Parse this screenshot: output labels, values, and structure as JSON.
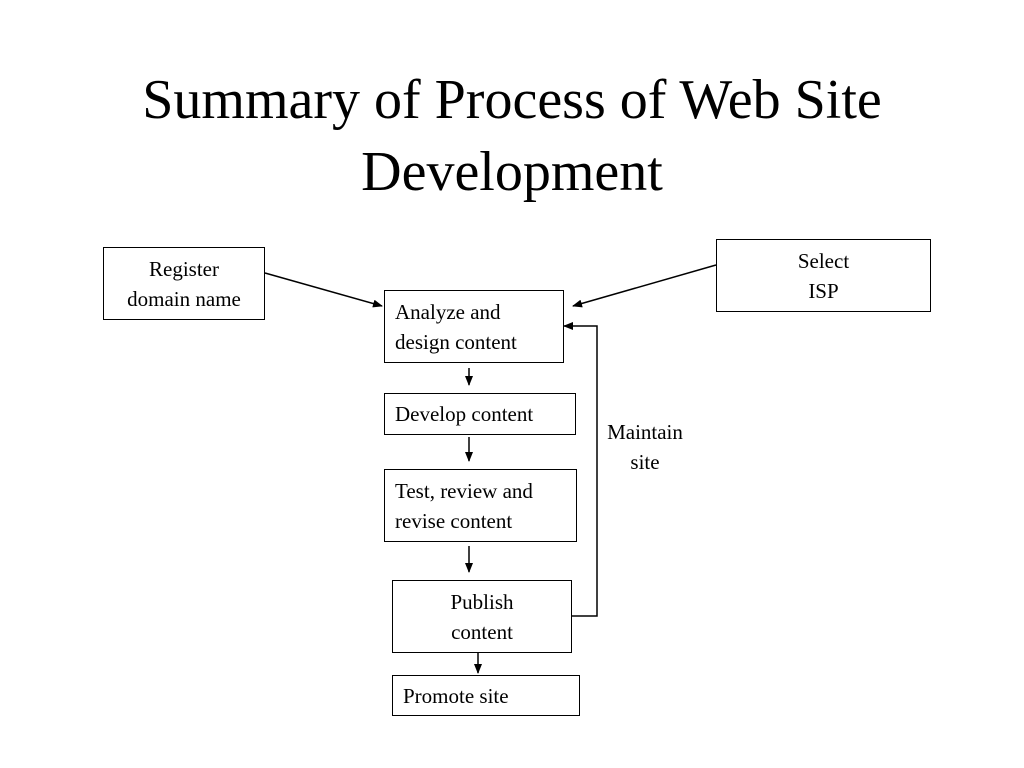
{
  "title": {
    "line1": "Summary of Process of Web Site",
    "line2": "Development"
  },
  "nodes": {
    "register": {
      "line1": "Register",
      "line2": "domain name"
    },
    "select_isp": {
      "line1": "Select",
      "line2": "ISP"
    },
    "analyze": {
      "line1": "Analyze and",
      "line2": "design content"
    },
    "develop": {
      "line1": "Develop content"
    },
    "test": {
      "line1": "Test, review and",
      "line2": "revise content"
    },
    "publish": {
      "line1": "Publish",
      "line2": "content"
    },
    "promote": {
      "line1": "Promote site"
    }
  },
  "edge_labels": {
    "maintain": {
      "line1": "Maintain",
      "line2": "site"
    }
  },
  "colors": {
    "line": "#000000",
    "background": "#ffffff"
  }
}
